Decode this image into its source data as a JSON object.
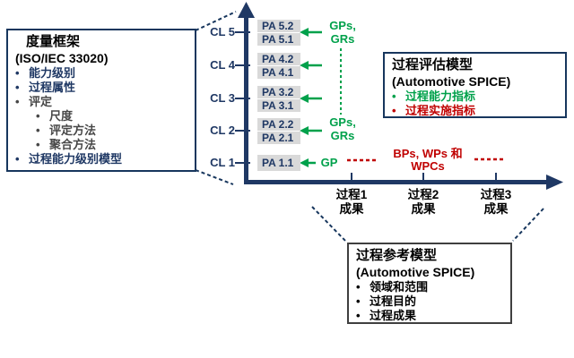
{
  "colors": {
    "axis_navy": "#1F3864",
    "green_indicator": "#00A14B",
    "red_indicator": "#C00000",
    "pa_box_gray": "#D9D9D9"
  },
  "measurement_framework_box": {
    "title": "度量框架",
    "subtitle": "(ISO/IEC 33020)",
    "items": [
      "能力级别",
      "过程属性",
      "评定",
      "尺度",
      "评定方法",
      "聚合方法",
      "过程能力级别模型"
    ]
  },
  "assessment_model_box": {
    "title": "过程评估模型",
    "subtitle": "(Automotive SPICE)",
    "items": [
      "过程能力指标",
      "过程实施指标"
    ]
  },
  "reference_model_box": {
    "title": "过程参考模型",
    "subtitle": "(Automotive SPICE)",
    "items": [
      "领域和范围",
      "过程目的",
      "过程成果"
    ]
  },
  "capability_axis": {
    "levels": [
      {
        "label": "CL 5",
        "pa_upper": "PA 5.2",
        "pa_lower": "PA 5.1"
      },
      {
        "label": "CL 4",
        "pa_upper": "PA 4.2",
        "pa_lower": "PA 4.1"
      },
      {
        "label": "CL 3",
        "pa_upper": "PA 3.2",
        "pa_lower": "PA 3.1"
      },
      {
        "label": "CL 2",
        "pa_upper": "PA 2.2",
        "pa_lower": "PA 2.1"
      },
      {
        "label": "CL 1",
        "pa_single": "PA 1.1"
      }
    ],
    "gp_label_upper_line1": "GPs,",
    "gp_label_upper_line2": "GRs",
    "gp_label_lower_line1": "GPs,",
    "gp_label_lower_line2": "GRs",
    "gp_label_cl1": "GP"
  },
  "process_axis": {
    "ticks": [
      {
        "line1": "过程1",
        "line2": "成果"
      },
      {
        "line1": "过程2",
        "line2": "成果"
      },
      {
        "line1": "过程3",
        "line2": "成果"
      }
    ],
    "indicator_label_line1": "BPs, WPs 和",
    "indicator_label_line2": "WPCs"
  }
}
